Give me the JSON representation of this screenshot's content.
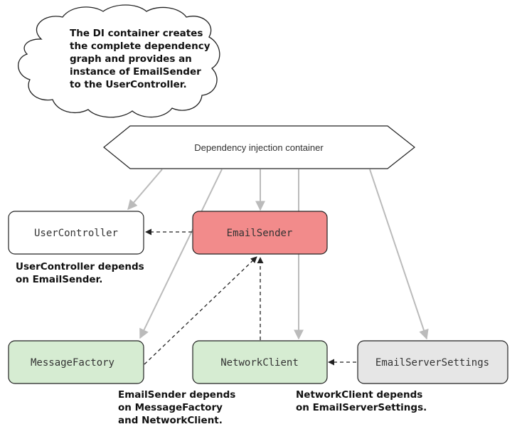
{
  "cloud": {
    "lines": [
      "The DI container creates",
      "the complete dependency",
      "graph and provides an",
      "instance of EmailSender",
      "to the UserController."
    ]
  },
  "container": {
    "label": "Dependency injection container"
  },
  "nodes": {
    "user_controller": "UserController",
    "email_sender": "EmailSender",
    "message_factory": "MessageFactory",
    "network_client": "NetworkClient",
    "email_server_settings": "EmailServerSettings"
  },
  "notes": {
    "user_controller": [
      "UserController depends",
      "on EmailSender."
    ],
    "email_sender": [
      "EmailSender depends",
      "on MessageFactory",
      "and NetworkClient."
    ],
    "network_client": [
      "NetworkClient depends",
      "on EmailServerSettings."
    ]
  },
  "colors": {
    "email_sender_fill": "#f28b8b",
    "green_fill": "#d6ecd2",
    "gray_fill": "#e6e6e6",
    "arrow_gray": "#bbbbbb",
    "dashed": "#222222"
  }
}
